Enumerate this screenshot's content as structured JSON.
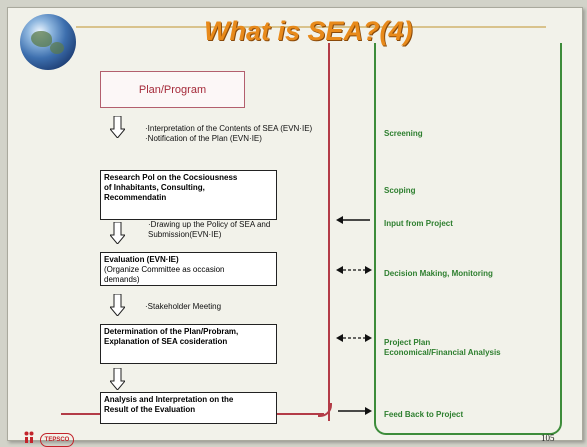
{
  "title": "What is SEA?(4)",
  "plan_program": "Plan/Program",
  "process": {
    "note1": [
      "·Interpretation of the Contents of SEA (EVN·IE)",
      "·Notification of the Plan (EVN·IE)"
    ],
    "box1": [
      "Research Pol on the Cocsiousness",
      "of Inhabitants, Consulting,",
      "Recommendatin"
    ],
    "note2": [
      "·Drawing up the Policy of SEA and",
      "Submission(EVN·IE)"
    ],
    "box2": [
      "Evaluation (EVN·IE)",
      "(Organize Committee as occasion",
      "demands)"
    ],
    "note3": "·Stakeholder Meeting",
    "box3": [
      "Determination of the Plan/Probram,",
      "Explanation of SEA cosideration"
    ],
    "box4": [
      "Analysis and Interpretation on the",
      "Result of the Evaluation"
    ]
  },
  "right_column": {
    "screening": "Screening",
    "scoping": "Scoping",
    "input": "Input from Project",
    "decision": "Decision Making, Monitoring",
    "project_plan": [
      "Project Plan",
      "Economical/Financial Analysis"
    ],
    "feedback": "Feed Back to Project"
  },
  "footer": {
    "logo_text": "TEPSCO",
    "page_number": "105"
  },
  "colors": {
    "title": "#e88a1b",
    "red_line": "#b33c47",
    "green_line": "#3d8c3a",
    "green_text": "#2e7f2f"
  },
  "icons": [
    "globe-icon",
    "down-arrow-icon",
    "left-arrow-icon",
    "double-arrow-icon",
    "right-arrow-icon",
    "tepco-logo-icon"
  ]
}
